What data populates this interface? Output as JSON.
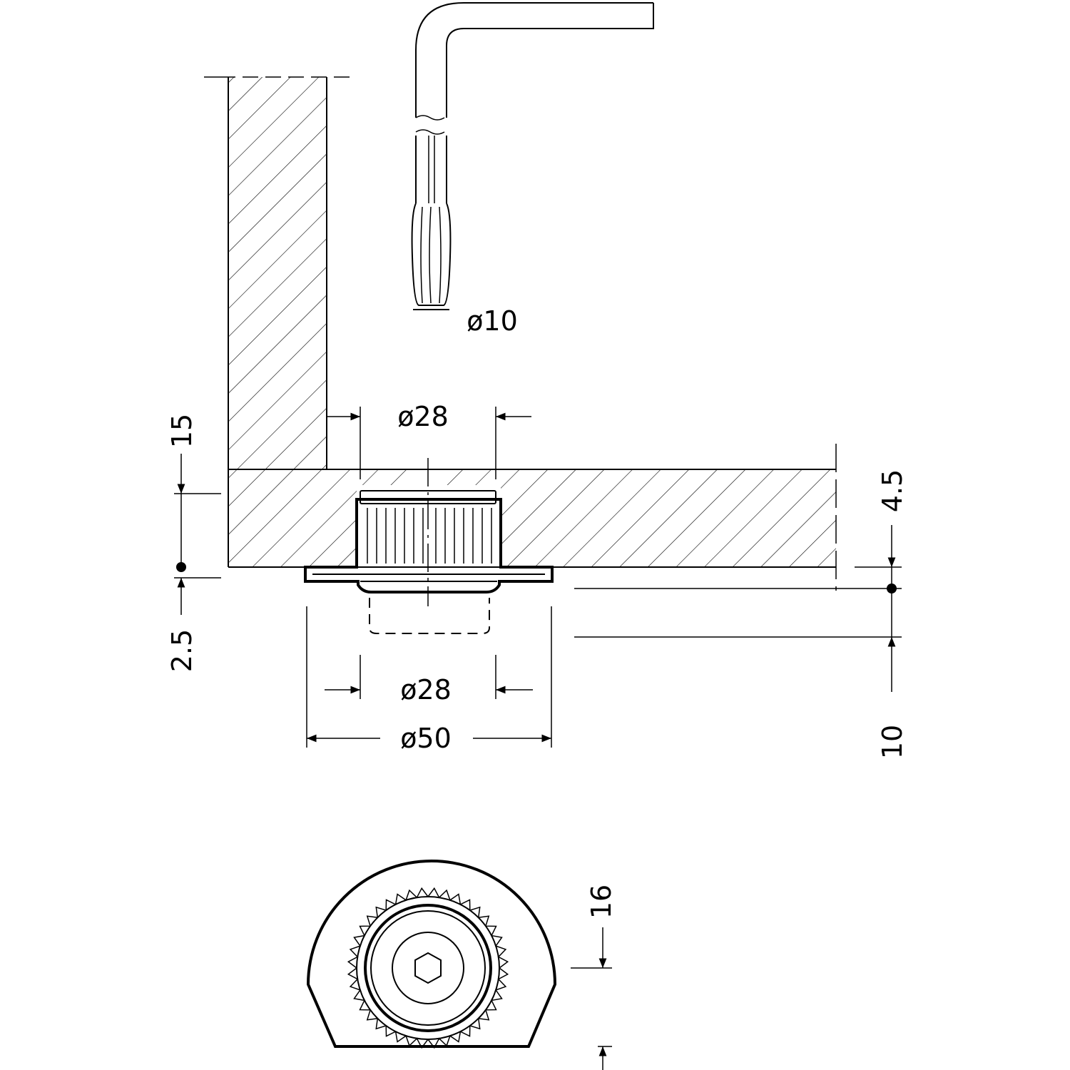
{
  "dimensions": {
    "d_hex_key": "ø10",
    "d_bore_top": "ø28",
    "d_bore_bottom": "ø28",
    "d_flange": "ø50",
    "h_panel_left": "15",
    "h_flange_left": "2.5",
    "h_recess_right": "4.5",
    "h_adjust_right": "10",
    "w_bottom_view": "16"
  },
  "colors": {
    "line": "#000000",
    "background": "#ffffff"
  }
}
